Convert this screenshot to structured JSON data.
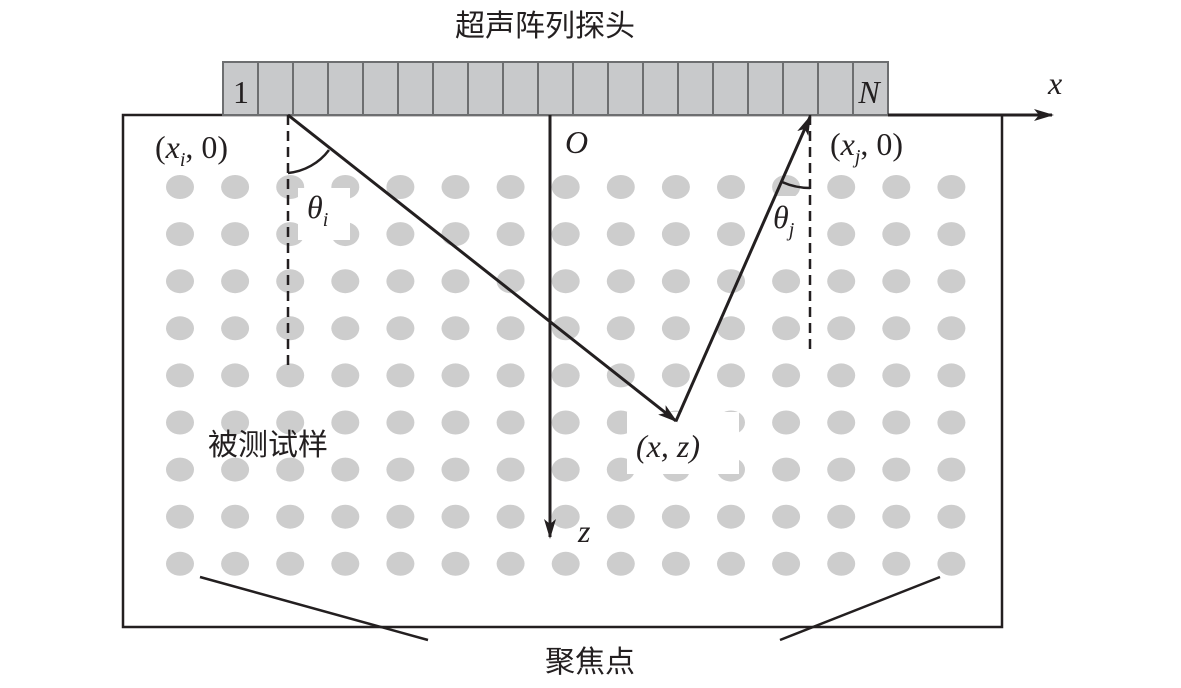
{
  "title": "超声阵列探头",
  "probe": {
    "element_count": 19,
    "first_label": "1",
    "last_label": "N"
  },
  "axes": {
    "x_label": "x",
    "z_label": "z",
    "origin_label": "O"
  },
  "points": {
    "transmit": {
      "open": "(",
      "var": "x",
      "sub": "i",
      "rest": ", 0)"
    },
    "receive": {
      "open": "(",
      "var": "x",
      "sub": "j",
      "rest": ", 0)"
    },
    "focus": "(x, z)"
  },
  "angles": {
    "theta_i": {
      "sym": "θ",
      "sub": "i"
    },
    "theta_j": {
      "sym": "θ",
      "sub": "j"
    }
  },
  "specimen_label": "被测试样",
  "focus_points_label": "聚焦点",
  "grid": {
    "columns": 15,
    "rows": 9
  },
  "colors": {
    "probe_fill": "#c8c9cb",
    "probe_stroke": "#6d6e70",
    "dot": "#cdcdcd",
    "line": "#231f20"
  }
}
